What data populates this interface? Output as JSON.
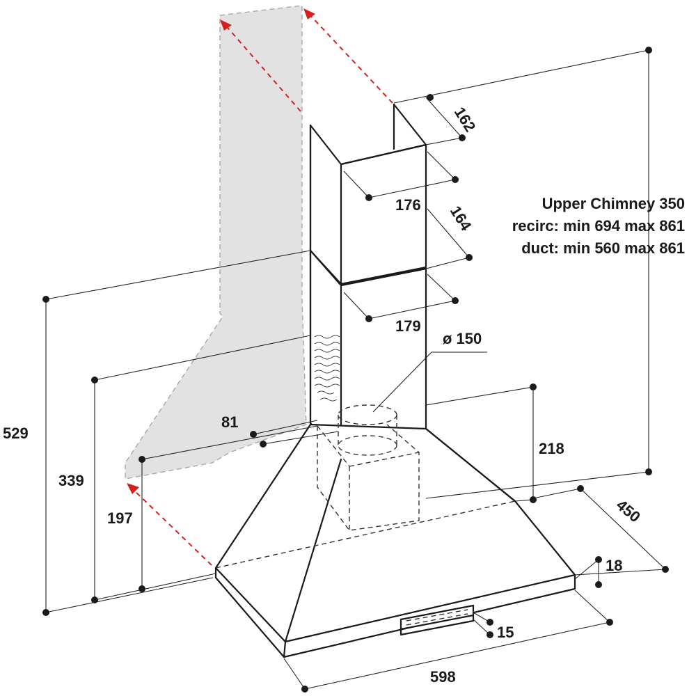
{
  "dimensions": {
    "upper_depth": "162",
    "upper_width": "176",
    "lower_depth": "164",
    "lower_width": "179",
    "outlet_diameter": "ø 150",
    "outlet_offset": "81",
    "canopy_height": "218",
    "hood_depth": "450",
    "front_strip": "18",
    "control_offset": "15",
    "hood_width": "598",
    "total_height_low": "529",
    "mid_height": "339",
    "low_height": "197"
  },
  "chimney_note": {
    "line1": "Upper Chimney 350",
    "line2": "recirc: min 694 max 861",
    "line3": "duct: min 560 max 861"
  }
}
